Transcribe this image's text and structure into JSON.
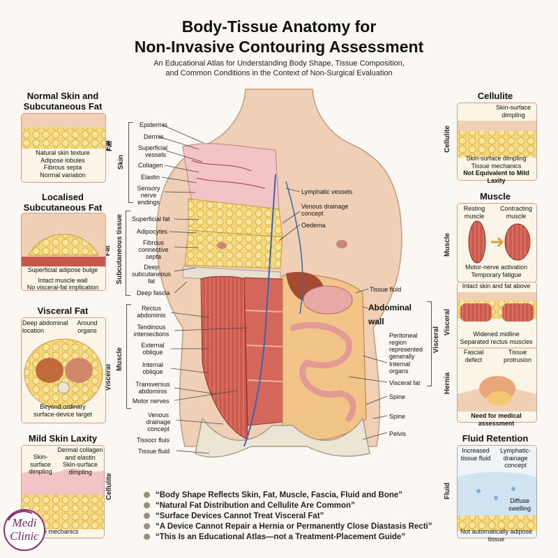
{
  "title_line1": "Body-Tissue Anatomy for",
  "title_line2": "Non-Invasive Contouring Assessment",
  "subtitle_line1": "An Educational Atlas for Understanding Body Shape, Tissue Composition,",
  "subtitle_line2": "and Common Conditions in the Context of Non-Surgical Evaluation",
  "panels": {
    "normal": {
      "title1": "Normal Skin and",
      "title2": "Subcutaneous Fat",
      "side": "Fat",
      "l1": "Natural skin texture",
      "l2": "Adipose lobules",
      "l3": "Fibrous septa",
      "l4": "Normal variation"
    },
    "localised": {
      "title1": "Localised",
      "title2": "Subcutaneous Fat",
      "l1": "Superficial adipose bulge",
      "l2": "Intact muscle wall",
      "l3": "No visceral-fat implication"
    },
    "visceral": {
      "title": "Visceral Fat",
      "l1": "Deep abdominal",
      "l2": "location",
      "l3": "Around",
      "l4": "organs",
      "l5": "Beyond ordinary",
      "l6": "surface-device target"
    },
    "laxity": {
      "title": "Mild Skin Laxity",
      "l1": "Skin-surface",
      "l2": "dimpling",
      "l3": "Dermal collagen",
      "l4": "and elastin",
      "l5": "Skin-surface",
      "l6": "dimpling",
      "l7": "ssue mechanics",
      "side": "Cellulite"
    },
    "cellulite": {
      "title": "Cellulite",
      "side": "Cellulite",
      "l1": "Skin-surface",
      "l2": "dimpling",
      "l3": "Skin-surface dimpling",
      "l4": "Tissue mechanics",
      "l5": "Not Equivalent to Mild Laxity"
    },
    "muscle": {
      "title": "Muscle",
      "side": "Muscle",
      "l1": "Resting",
      "l2": "muscle",
      "l3": "Contracting",
      "l4": "muscle",
      "l5": "Motor-nerve activation",
      "l6": "Temporary fatigue"
    },
    "hernia": {
      "side1": "Visceral",
      "side2": "Hernia",
      "l1": "Intact skin and fat above",
      "l2": "Widened midline",
      "l3": "Separated rectus muscles",
      "l4": "Fascial",
      "l5": "defect",
      "l6": "Tissue",
      "l7": "protrusion",
      "l8": "Need for medical assessment"
    },
    "fluid": {
      "title": "Fluid Retention",
      "side": "Fluid",
      "l1": "Increased",
      "l2": "tissue fluid",
      "l3": "Lymphatic-",
      "l4": "drainage",
      "l5": "concept",
      "l6": "Diffuse",
      "l7": "swelling",
      "l8": "Not automatically adipose tissue"
    }
  },
  "center": {
    "left": {
      "epidermis": "Epidermis",
      "dermis": "Dermis",
      "superficial1": "Superficial",
      "superficial2": "vessels",
      "collagen": "Collagen",
      "elastin": "Elastin",
      "sensory1": "Sensory",
      "sensory2": "nerve",
      "sensory3": "endings",
      "supfat": "Superficial fat",
      "adipocytes": "Adipocytes",
      "fibrous1": "Fibrous",
      "fibrous2": "connective",
      "fibrous3": "septa",
      "deep1": "Deep",
      "deep2": "subcutaneous",
      "deep3": "fat",
      "deepfascia": "Deep fascia",
      "rectus1": "Rectus",
      "rectus2": "abdominis",
      "tend1": "Tendinous",
      "tend2": "intersections",
      "ext1": "External",
      "ext2": "oblique",
      "int1": "Internal",
      "int2": "oblique",
      "trans1": "Transversus",
      "trans2": "abdominis",
      "motor": "Motor nerves",
      "ven1": "Venous",
      "ven2": "drainage",
      "ven3": "concept",
      "tissueflu": "Tissocr fluis",
      "tissuefluid": "Tissue fluid"
    },
    "right": {
      "lymph": "Lymphatic vessels",
      "ven1": "Venous drainage",
      "ven2": "concept",
      "oedema": "Oedema",
      "tissuefluid": "Tissue fluid",
      "abd1": "Abdominal",
      "abd2": "wall",
      "per1": "Peritoneal",
      "per2": "region",
      "per3": "represented",
      "per4": "generally",
      "int1": "Internal",
      "int2": "organs",
      "visfat": "Visceral fat",
      "spine1": "Spine",
      "spine2": "Spine",
      "pelvis": "Pelvis"
    },
    "brackets": {
      "skin": "Skin",
      "fat1": "Fat",
      "subq": "Subcutaneous tissue",
      "fat2": "Fat",
      "visceral": "Visceral",
      "muscle": "Muscle",
      "visceral_r": "Visceral"
    }
  },
  "notes": [
    "“Body Shape Reflects Skin, Fat, Muscle, Fascia, Fluid and Bone”",
    "“Natural Fat Distribution and Cellulite Are Common”",
    "“Surface Devices Cannot Treat Visceral Fat”",
    "“A Device Cannot Repair a Hernia or Permanently Close Diastasis Recti”",
    "“This Is an Educational Atlas—not a Treatment-Placement Guide”"
  ],
  "logo": {
    "line1": "Medi",
    "line2": "Clinic"
  },
  "colors": {
    "skin": "#efcfb6",
    "fat": "#f5d57a",
    "muscle": "#c8574b",
    "border": "#d49a8a",
    "accent": "#8b2a72"
  }
}
